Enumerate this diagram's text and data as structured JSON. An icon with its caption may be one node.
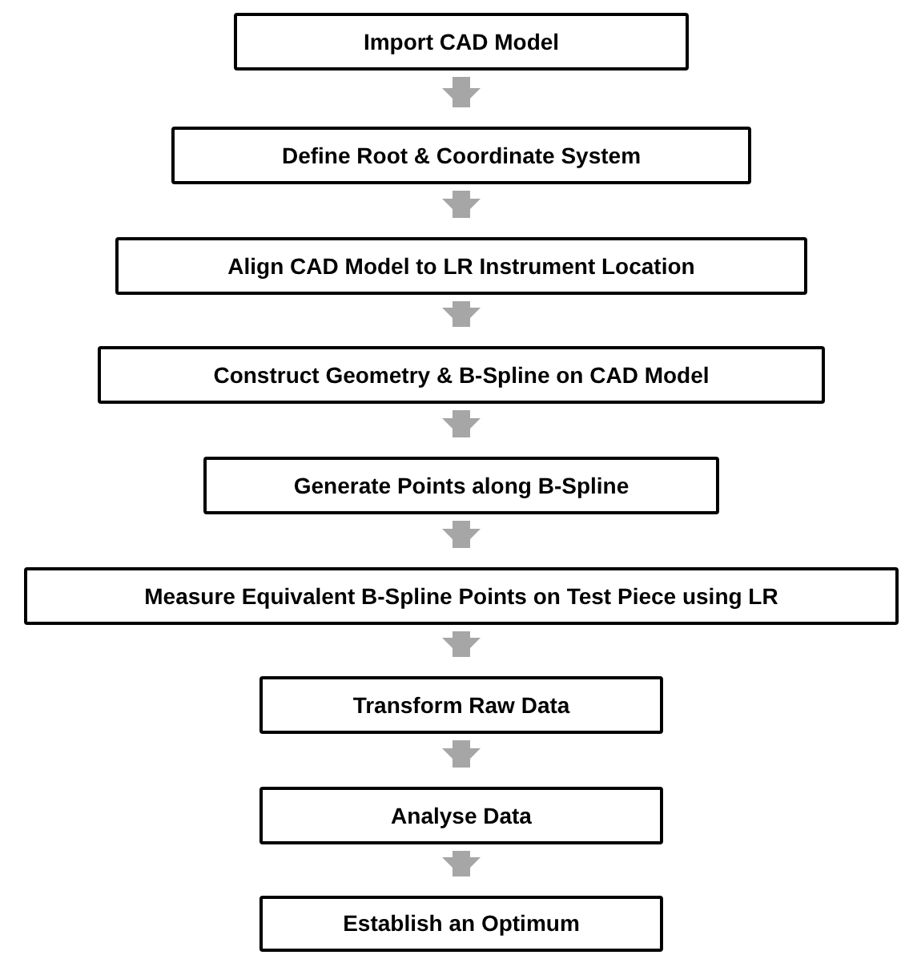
{
  "diagram": {
    "nodes": [
      {
        "text": [
          "Import CAD Model"
        ]
      },
      {
        "text": [
          "Define Root & Coordinate System"
        ]
      },
      {
        "text": [
          "Align CAD Model to LR Instrument Location"
        ]
      },
      {
        "text": [
          "Construct Geometry & B-Spline on CAD Model"
        ]
      },
      {
        "text": [
          "Generate Points along B-Spline"
        ]
      },
      {
        "text": [
          "Measure Equivalent B-Spline Points on Test Piece using LR"
        ]
      },
      {
        "text": [
          "Transform Raw Data"
        ]
      },
      {
        "text": [
          "Analyse Data"
        ]
      },
      {
        "text": [
          "Establish an Optimum"
        ]
      }
    ],
    "edges": [
      {
        "from": 0,
        "to": 1,
        "arrow": "to"
      },
      {
        "from": 1,
        "to": 2,
        "arrow": "to"
      },
      {
        "from": 2,
        "to": 3,
        "arrow": "to"
      },
      {
        "from": 3,
        "to": 4,
        "arrow": "to"
      },
      {
        "from": 4,
        "to": 5,
        "arrow": "to"
      },
      {
        "from": 5,
        "to": 6,
        "arrow": "to"
      },
      {
        "from": 6,
        "to": 7,
        "arrow": "to"
      },
      {
        "from": 7,
        "to": 8,
        "arrow": "to"
      }
    ]
  }
}
